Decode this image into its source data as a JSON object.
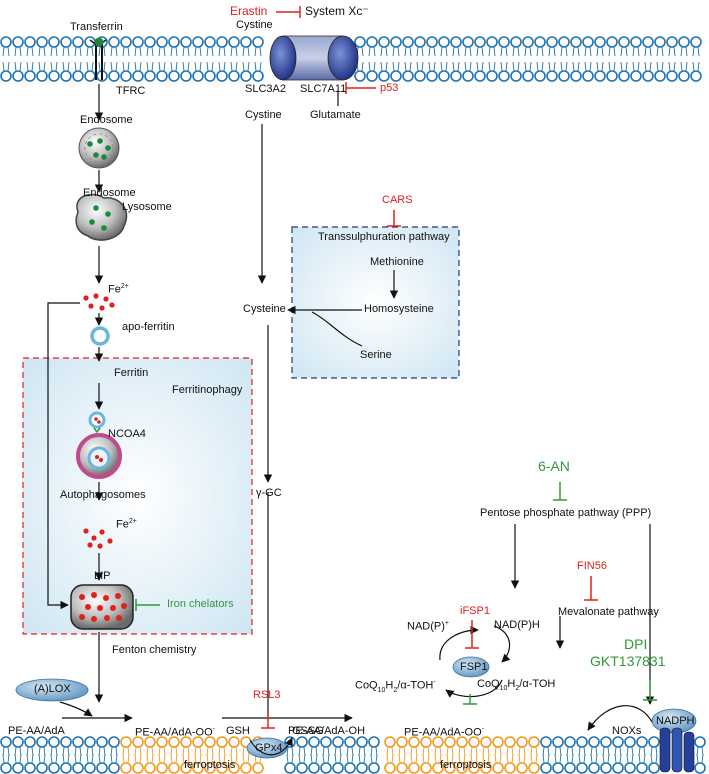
{
  "labels": {
    "transferrin": "Transferrin",
    "tfrc": "TFRC",
    "endosome1": "Endosome",
    "endosome2": "Endosome",
    "lysosome": "Lysosome",
    "fe2_top": "Fe",
    "fe2_top_sup": "2+",
    "apo_ferritin": "apo-ferritin",
    "ferritin": "Ferritin",
    "ferritinophagy": "Ferritinophagy",
    "ncoa4": "NCOA4",
    "autophagosomes": "Autophagosomes",
    "fe2_mid": "Fe",
    "fe2_mid_sup": "2+",
    "lip": "LIP",
    "iron_chelators": "Iron chelators",
    "fenton": "Fenton chemistry",
    "alox": "(A)LOX",
    "erastin": "Erastin",
    "system_xc": "System Xc⁻",
    "cystine_top": "Cystine",
    "slc3a2": "SLC3A2",
    "slc7a11": "SLC7A11",
    "p53": "p53",
    "cystine_in": "Cystine",
    "glutamate": "Glutamate",
    "cars": "CARS",
    "transsulphuration": "Transsulphuration pathway",
    "methionine": "Methionine",
    "homosysteine": "Homosysteine",
    "cysteine": "Cysteine",
    "serine": "Serine",
    "ygc": "γ-GC",
    "rsl3": "RSL3",
    "gsh": "GSH",
    "gssg": "GSSG",
    "gpx4": "GPx4",
    "pe_aa": "PE-AA/AdA",
    "pe_aa_oo_left": "PE-AA/AdA-OO",
    "pe_aa_oh": "PE-AA/AdA-OH",
    "ferroptosis_left": "ferroptosis",
    "six_an": "6-AN",
    "ppp": "Pentose phosphate pathway (PPP)",
    "ifsp1": "iFSP1",
    "fin56": "FIN56",
    "nadp_plus": "NAD(P)",
    "nadph_label": "NAD(P)H",
    "mevalonate": "Mevalonate pathway",
    "fsp1": "FSP1",
    "coq_left": "CoQ",
    "coq_left_sub": "10",
    "coq_left_rest": "H",
    "coq_left_sub2": "2",
    "coq_left_tail": "/α-TOH",
    "coq_right": "CoQ",
    "coq_right_sub": "10",
    "coq_right_rest": "H",
    "coq_right_sub2": "2",
    "coq_right_tail": "/α-TOH",
    "dpi": "DPI",
    "gkt": "GKT137831",
    "nadph_enzyme": "NADPH",
    "noxs": "NOXs",
    "pe_aa_oo_right": "PE-AA/AdA-OO",
    "ferroptosis_right": "ferroptosis"
  },
  "colors": {
    "inhibitor": "#e0201c",
    "chelator": "#2e9a3a",
    "membrane_blue": "#1e74b5",
    "membrane_orange": "#f39a1e",
    "iron": "#e0201c",
    "box_dash_blue": "#27357f"
  }
}
